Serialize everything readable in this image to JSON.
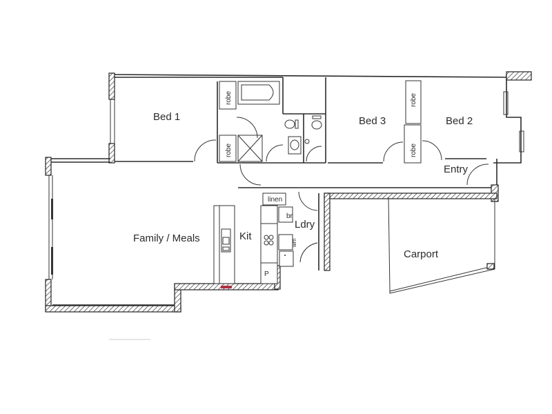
{
  "plan": {
    "rooms": {
      "bed1": "Bed 1",
      "bed2": "Bed 2",
      "bed3": "Bed 3",
      "entry": "Entry",
      "family_meals": "Family / Meals",
      "kitchen": "Kit",
      "laundry": "Ldry",
      "carport": "Carport"
    },
    "fixtures": {
      "robe": "robe",
      "linen": "linen",
      "broom": "br",
      "washing_machine": "wm",
      "pantry": "P"
    },
    "colors": {
      "line": "#2a2a2a",
      "accent": "#b03040"
    }
  }
}
